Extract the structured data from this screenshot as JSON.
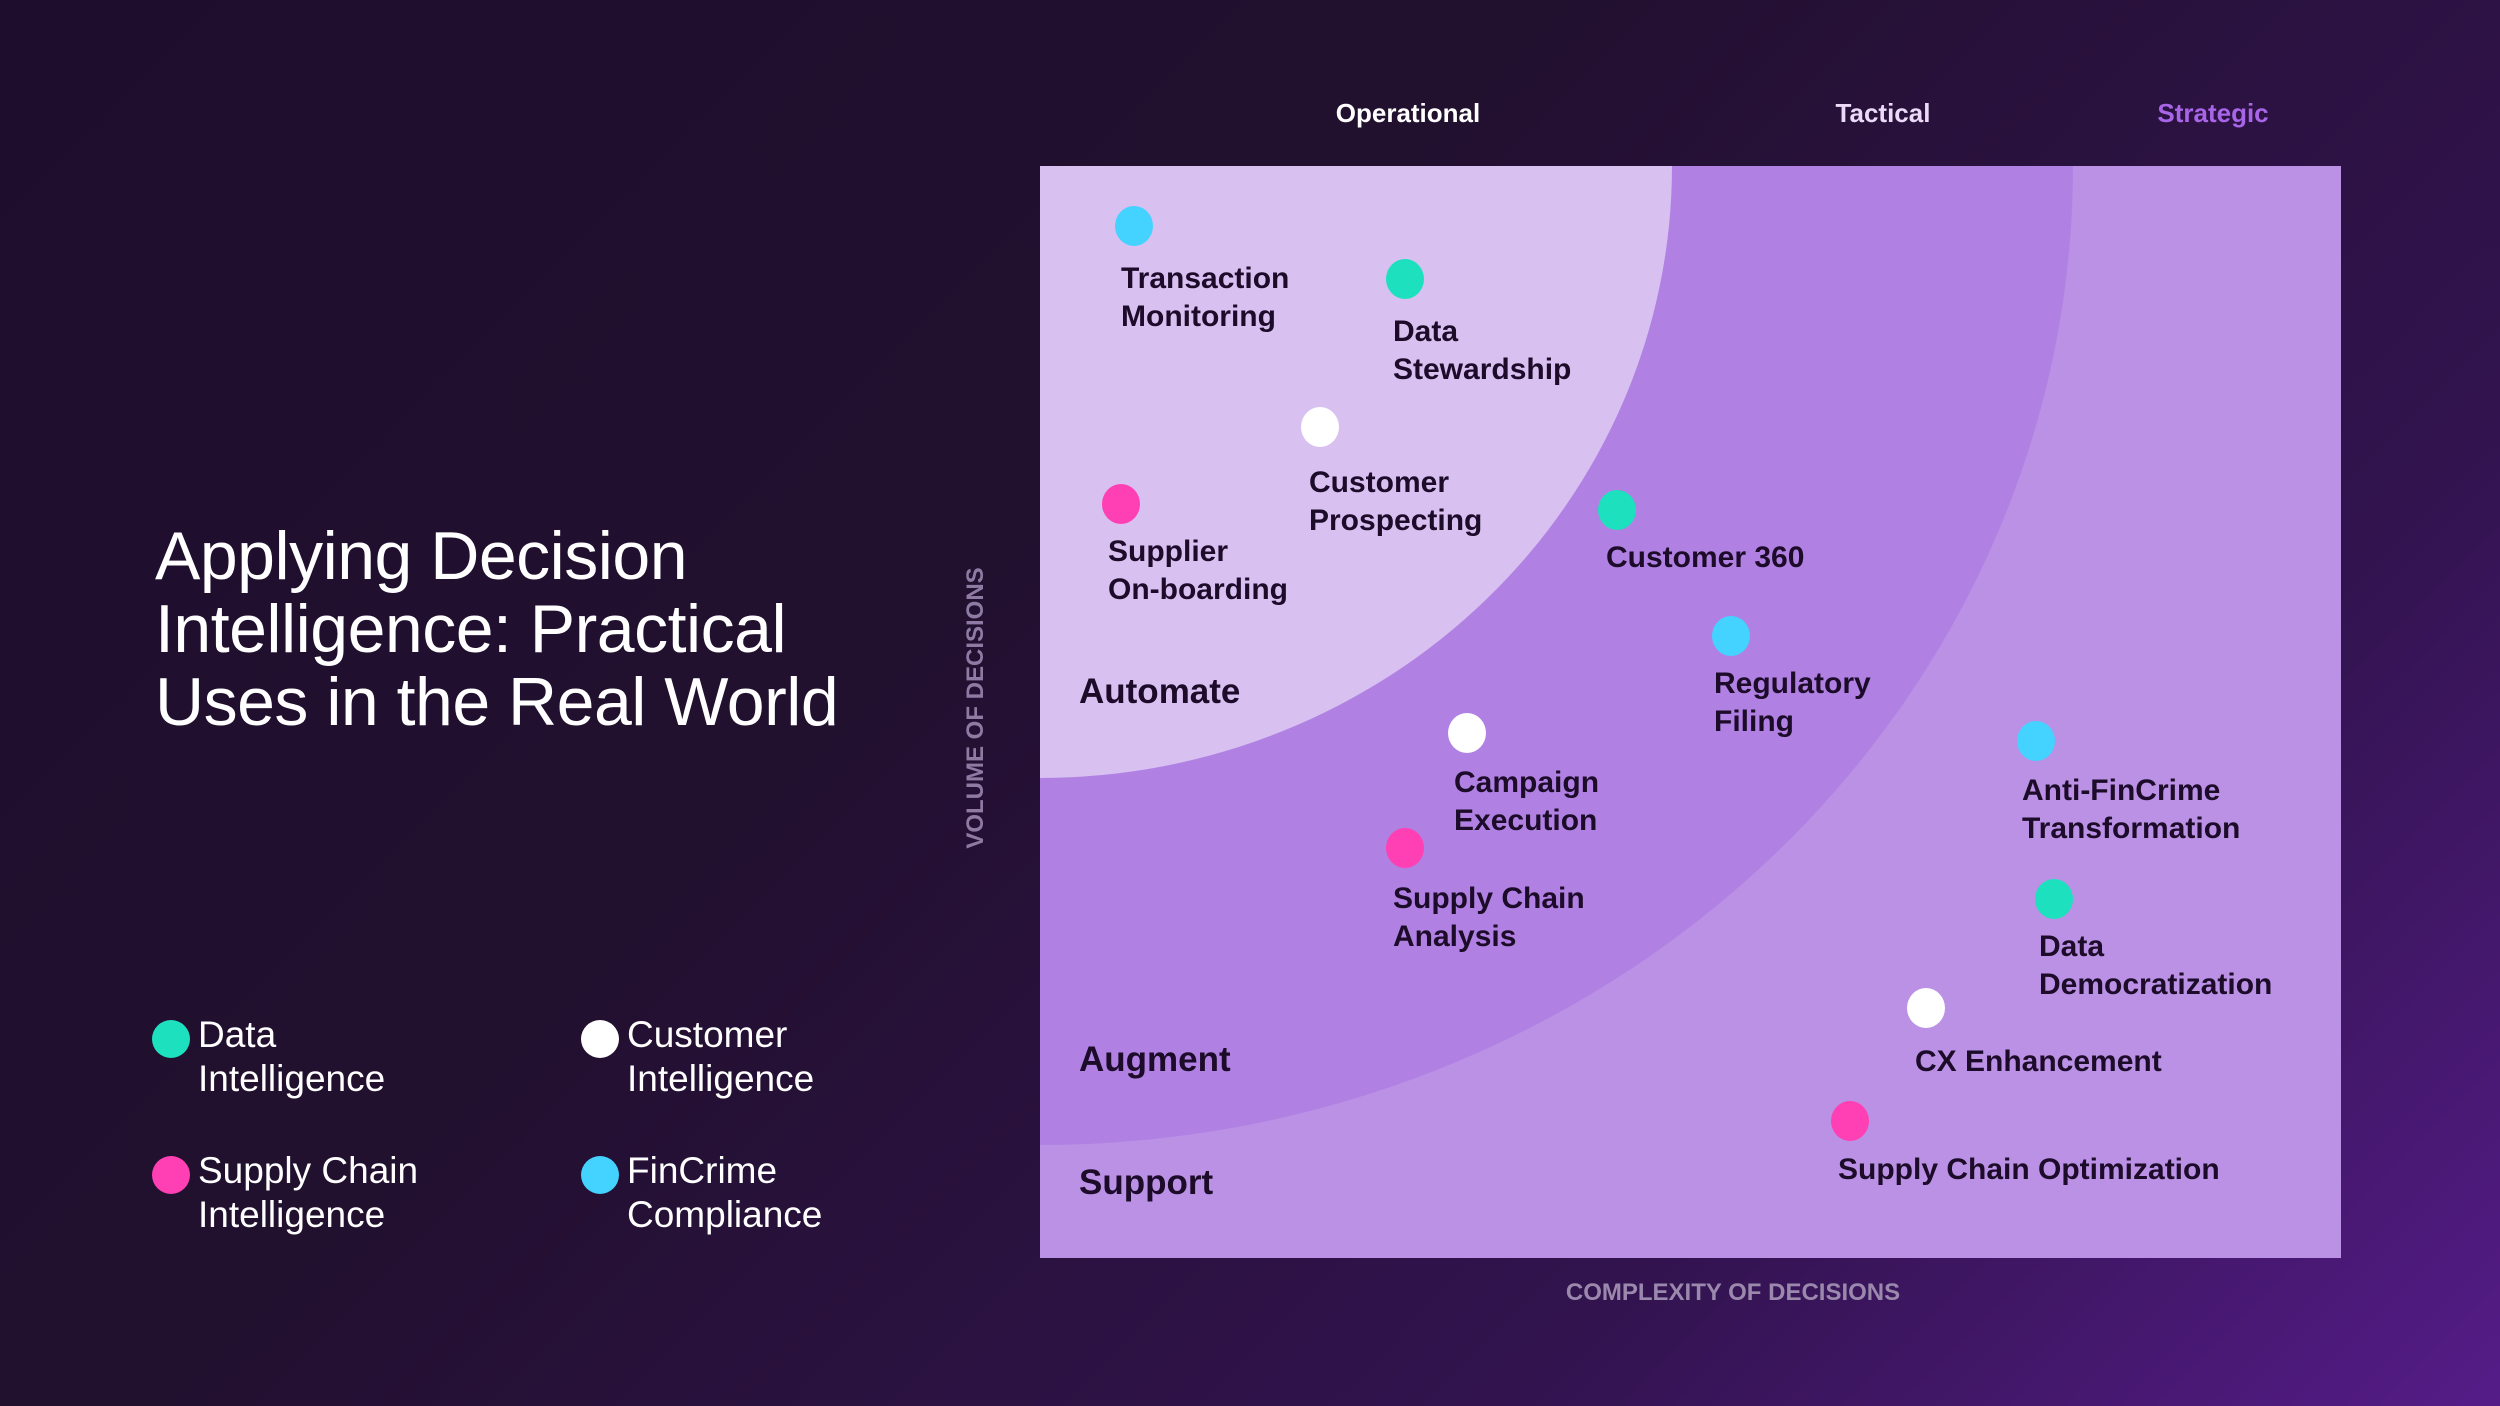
{
  "title": "Applying Decision Intelligence: Practical Uses in the Real World",
  "legend": [
    {
      "label": "Data\nIntelligence",
      "color": "#1de0bf"
    },
    {
      "label": "Customer\nIntelligence",
      "color": "#ffffff"
    },
    {
      "label": "Supply Chain\nIntelligence",
      "color": "#ff3fb4"
    },
    {
      "label": "FinCrime\nCompliance",
      "color": "#44d2ff"
    }
  ],
  "columns": [
    {
      "label": "Operational",
      "color": "#ffffff"
    },
    {
      "label": "Tactical",
      "color": "#ead9f7"
    },
    {
      "label": "Strategic",
      "color": "#a865e8"
    }
  ],
  "zones": [
    "Automate",
    "Augment",
    "Support"
  ],
  "axes": {
    "y": "VOLUME OF DECISIONS",
    "x": "COMPLEXITY OF DECISIONS"
  },
  "zone_colors": {
    "automate": "#d8c0f1",
    "augment": "#b081e2",
    "support": "#ba91e5"
  },
  "items": [
    {
      "label": "Transaction\nMonitoring",
      "category": "FinCrime Compliance",
      "zone": "Automate"
    },
    {
      "label": "Data\nStewardship",
      "category": "Data Intelligence",
      "zone": "Automate"
    },
    {
      "label": "Customer\nProspecting",
      "category": "Customer Intelligence",
      "zone": "Automate"
    },
    {
      "label": "Supplier\nOn-boarding",
      "category": "Supply Chain Intelligence",
      "zone": "Automate"
    },
    {
      "label": "Customer 360",
      "category": "Data Intelligence",
      "zone": "Augment"
    },
    {
      "label": "Regulatory\nFiling",
      "category": "FinCrime Compliance",
      "zone": "Augment"
    },
    {
      "label": "Campaign\nExecution",
      "category": "Customer Intelligence",
      "zone": "Augment"
    },
    {
      "label": "Supply Chain\nAnalysis",
      "category": "Supply Chain Intelligence",
      "zone": "Augment"
    },
    {
      "label": "Anti-FinCrime\nTransformation",
      "category": "FinCrime Compliance",
      "zone": "Support"
    },
    {
      "label": "Data\nDemocratization",
      "category": "Data Intelligence",
      "zone": "Support"
    },
    {
      "label": "CX Enhancement",
      "category": "Customer Intelligence",
      "zone": "Support"
    },
    {
      "label": "Supply Chain Optimization",
      "category": "Supply Chain Intelligence",
      "zone": "Support"
    }
  ]
}
